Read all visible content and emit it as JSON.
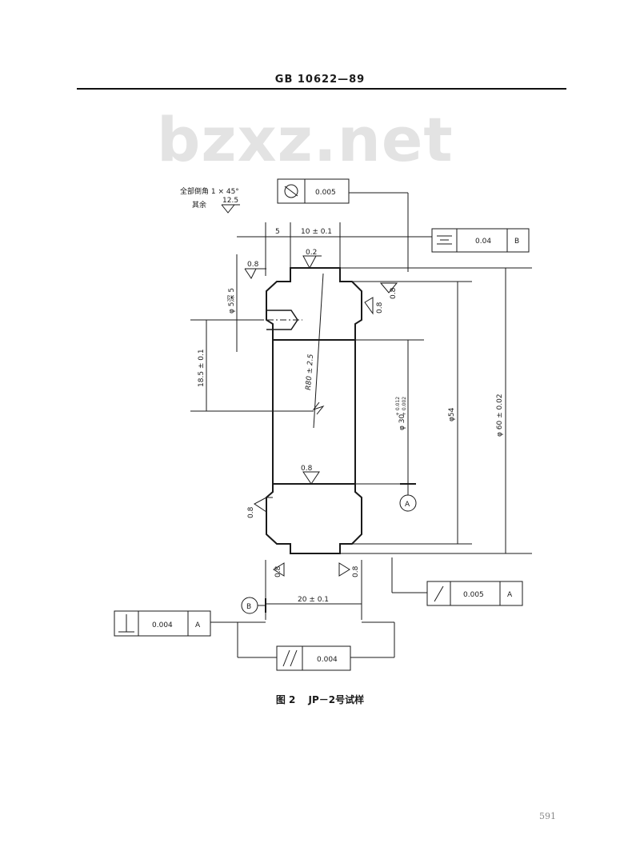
{
  "header": {
    "standard_no": "GB 10622—89"
  },
  "watermark": "bzxz.net",
  "notes": {
    "chamfer": "全部倒角 1 × 45°",
    "rest_label": "其余",
    "rest_roughness": "12.5"
  },
  "tolerance_frames": {
    "runout_top": {
      "value": "0.005"
    },
    "symmetry": {
      "value": "0.04",
      "datum": "B"
    },
    "runout_right": {
      "value": "0.005",
      "datum": "A"
    },
    "perpendicular": {
      "value": "0.004",
      "datum": "A"
    },
    "parallel": {
      "value": "0.004"
    }
  },
  "dimensions": {
    "top_left": "5",
    "top_width": "10 ± 0.1",
    "hole": "φ 5深 5",
    "height_left": "18.5 ± 0.1",
    "radius": "R80 ± 2.5",
    "bore": "φ 30",
    "bore_tol_up": "+ 0.012",
    "bore_tol_low": "+ 0.002",
    "dia_54": "φ54",
    "dia_60": "φ 60 ± 0.02",
    "bottom_width": "20 ± 0.1"
  },
  "roughness": {
    "r02": "0.2",
    "r08": "0.8"
  },
  "datums": {
    "a": "A",
    "b": "B"
  },
  "caption": {
    "fig": "图 2",
    "title": "JP－2号试样"
  },
  "page_number": "591"
}
